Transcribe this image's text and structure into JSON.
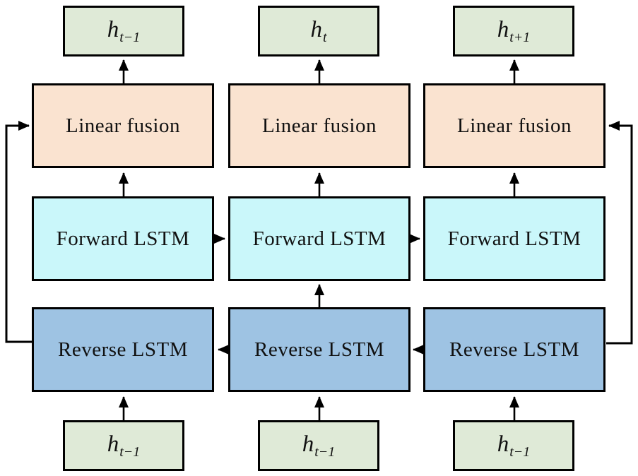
{
  "colors": {
    "output_box": "#dfead7",
    "fusion_box": "#fae3d0",
    "forward_box": "#caf7fa",
    "reverse_box": "#9ec3e3",
    "line": "#000000"
  },
  "top_outputs": [
    {
      "base": "h",
      "sub": "t−1"
    },
    {
      "base": "h",
      "sub": "t"
    },
    {
      "base": "h",
      "sub": "t+1"
    }
  ],
  "fusion_boxes": [
    {
      "label": "Linear fusion"
    },
    {
      "label": "Linear fusion"
    },
    {
      "label": "Linear fusion"
    }
  ],
  "forward_boxes": [
    {
      "label": "Forward LSTM"
    },
    {
      "label": "Forward LSTM"
    },
    {
      "label": "Forward LSTM"
    }
  ],
  "reverse_boxes": [
    {
      "label": "Reverse LSTM"
    },
    {
      "label": "Reverse LSTM"
    },
    {
      "label": "Reverse LSTM"
    }
  ],
  "bottom_inputs": [
    {
      "base": "h",
      "sub": "t−1"
    },
    {
      "base": "h",
      "sub": "t−1"
    },
    {
      "base": "h",
      "sub": "t−1"
    }
  ]
}
